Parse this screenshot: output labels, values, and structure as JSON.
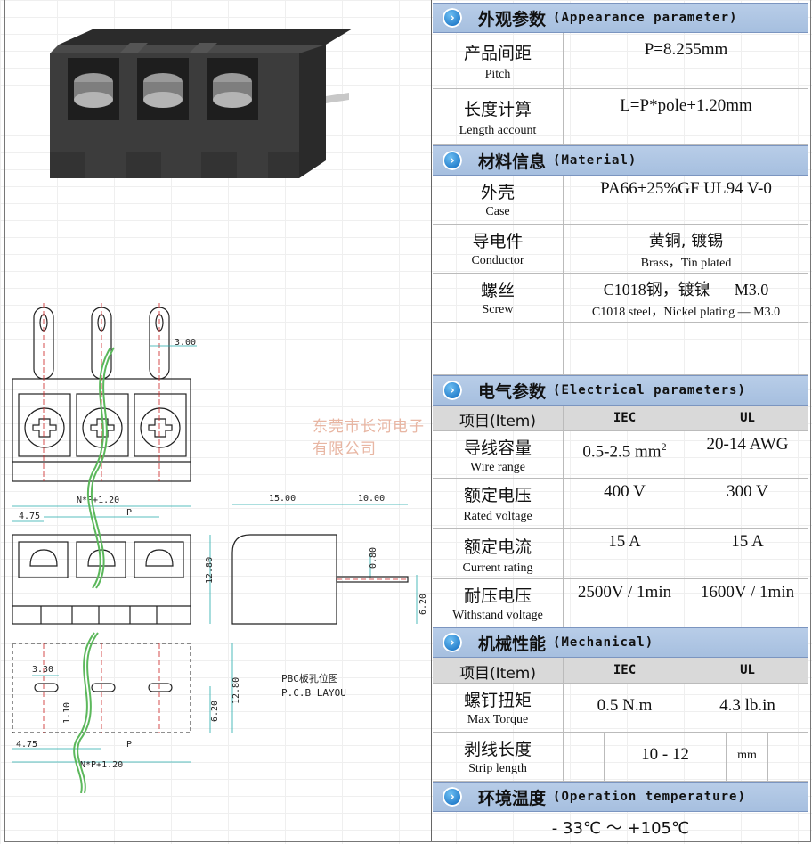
{
  "watermark": "东莞市长河电子有限公司",
  "pcb_label": {
    "zh": "PBC板孔位图",
    "en": "P.C.B LAYOU"
  },
  "dims": {
    "p_3_00": "3.00",
    "np_top": "N*P+1.20",
    "p_4_75": "4.75",
    "p": "P",
    "h_12_80": "12.80",
    "d_15_00": "15.00",
    "d_10_00": "10.00",
    "d_0_80": "0.80",
    "d_6_20": "6.20",
    "d_3_30": "3.30",
    "d_1_10": "1.10",
    "d_6_20b": "6.20",
    "d_12_80b": "12.80",
    "d_4_75b": "4.75",
    "pb": "P",
    "np_bottom": "N*P+1.20"
  },
  "sections": {
    "appearance": {
      "zh": "外观参数",
      "en": "(Appearance parameter)"
    },
    "material": {
      "zh": "材料信息",
      "en": "(Material)"
    },
    "electrical": {
      "zh": "电气参数",
      "en": "(Electrical parameters)"
    },
    "mechanical": {
      "zh": "机械性能",
      "en": "(Mechanical)"
    },
    "environment": {
      "zh": "环境温度",
      "en": "(Operation temperature)"
    }
  },
  "appearance": {
    "pitch": {
      "zh": "产品间距",
      "en": "Pitch",
      "value": "P=8.255mm"
    },
    "length": {
      "zh": "长度计算",
      "en": "Length account",
      "value": "L=P*pole+1.20mm"
    }
  },
  "material": {
    "case": {
      "zh": "外壳",
      "en": "Case",
      "value": "PA66+25%GF UL94 V-0"
    },
    "conductor": {
      "zh": "导电件",
      "en": "Conductor",
      "value_zh": "黄铜, 镀锡",
      "value_en": "Brass，Tin plated"
    },
    "screw": {
      "zh": "螺丝",
      "en": "Screw",
      "value_zh": "C1018钢，镀镍 — M3.0",
      "value_en": "C1018 steel，Nickel plating — M3.0"
    }
  },
  "electrical": {
    "header": {
      "item": "项目(Item)",
      "iec": "IEC",
      "ul": "UL"
    },
    "wire": {
      "zh": "导线容量",
      "en": "Wire range",
      "iec": "0.5-2.5 mm",
      "iec_sup": "2",
      "ul": "20-14  AWG"
    },
    "voltage": {
      "zh": "额定电压",
      "en": "Rated voltage",
      "iec": "400 V",
      "ul": "300 V"
    },
    "current": {
      "zh": "额定电流",
      "en": "Current rating",
      "iec": "15 A",
      "ul": "15  A"
    },
    "withstand": {
      "zh": "耐压电压",
      "en": "Withstand voltage",
      "iec": "2500V / 1min",
      "ul": "1600V / 1min"
    }
  },
  "mechanical": {
    "header": {
      "item": "项目(Item)",
      "iec": "IEC",
      "ul": "UL"
    },
    "torque": {
      "zh": "螺钉扭矩",
      "en": "Max Torque",
      "iec": "0.5  N.m",
      "ul": "4.3 lb.in"
    },
    "strip": {
      "zh": "剥线长度",
      "en": "Strip length",
      "value": "10  -  12",
      "unit": "mm"
    }
  },
  "environment": {
    "value": "- 33℃  ～  +105℃"
  },
  "colors": {
    "section_bg": "#aec5e3",
    "header_bg": "#d9d9d9",
    "wire_green": "#5cb85c",
    "housing": "#3a3a3a"
  }
}
